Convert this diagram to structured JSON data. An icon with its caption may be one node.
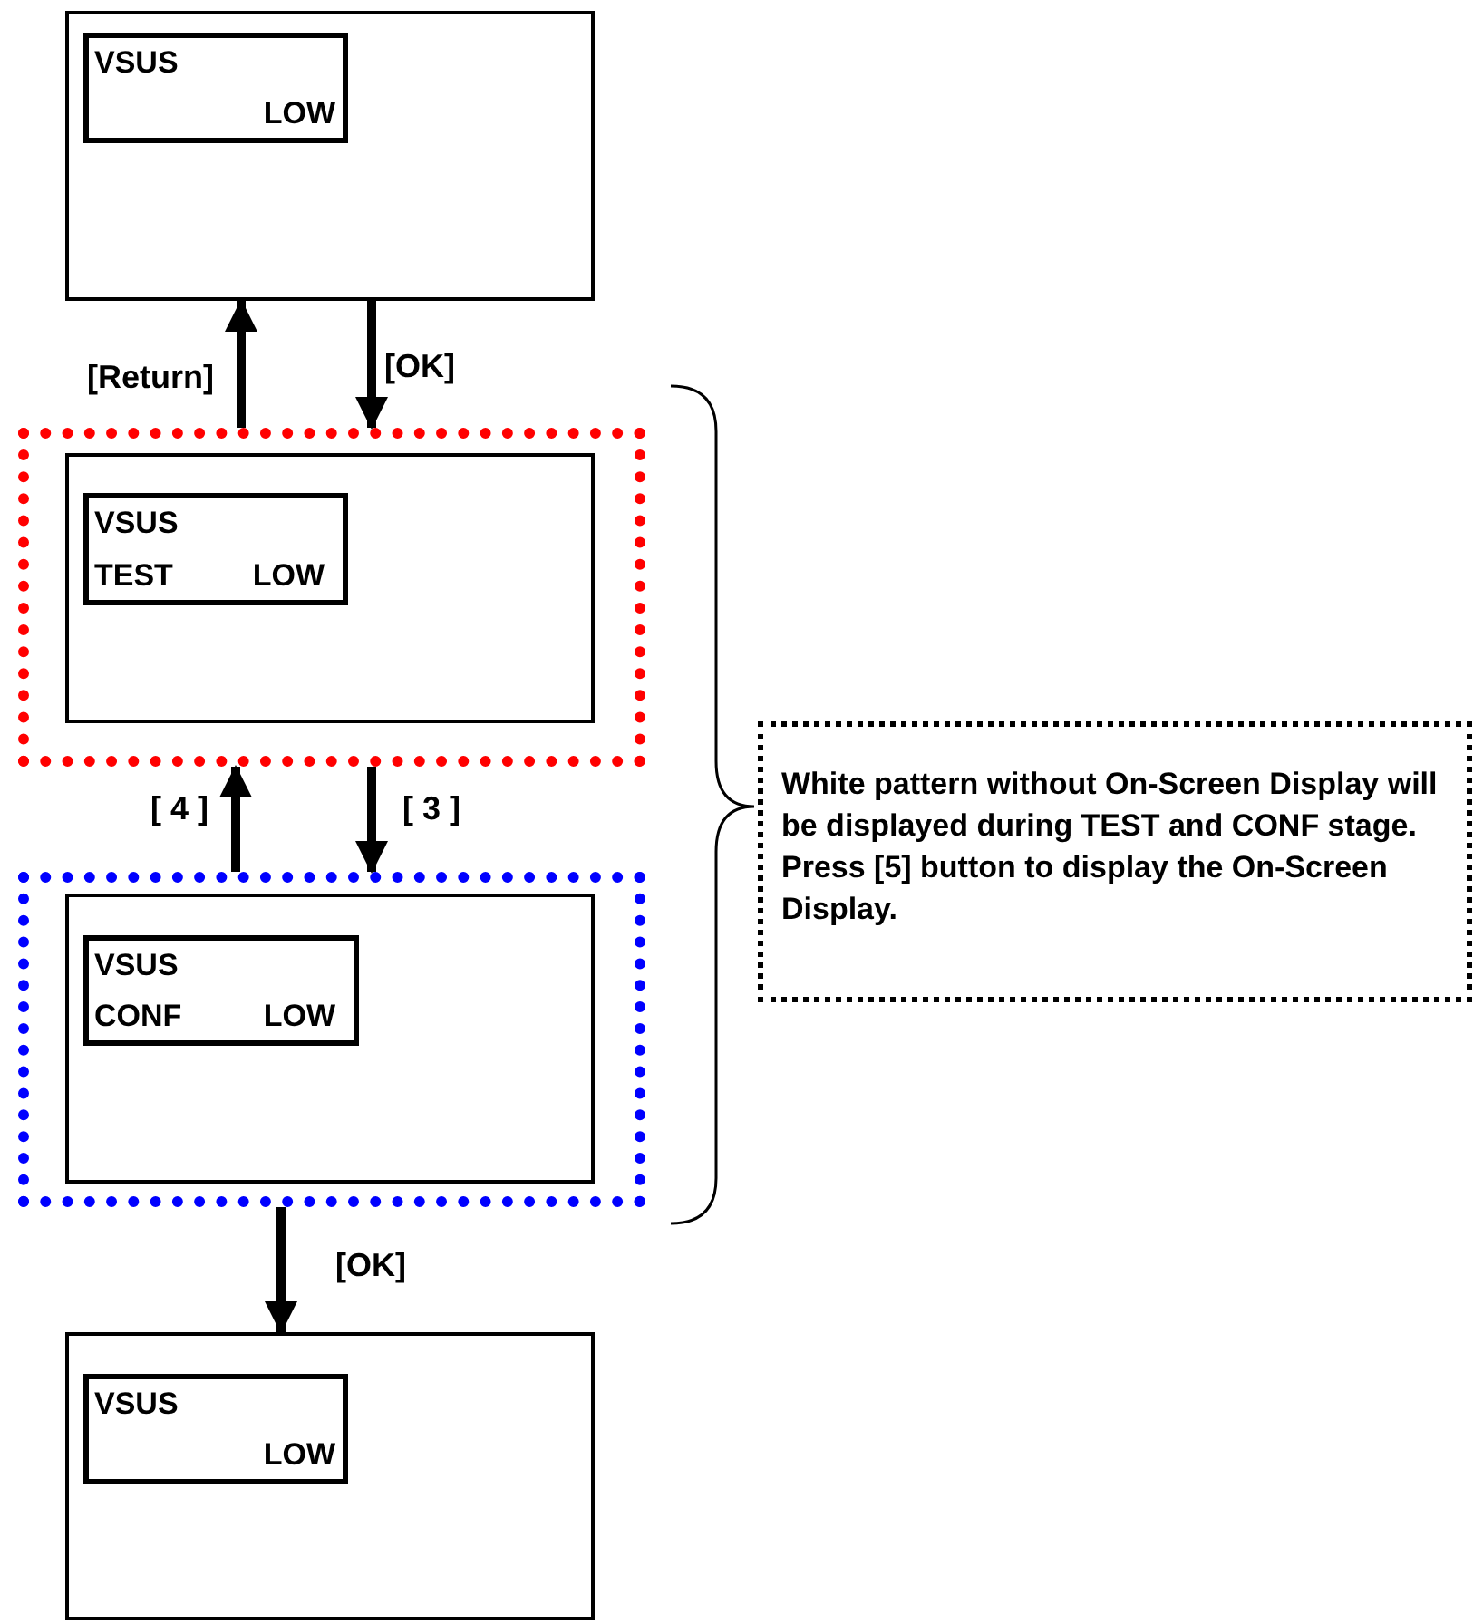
{
  "diagram": {
    "nodes": [
      {
        "text": [],
        "shape": "box"
      },
      {
        "text": [
          "VSUS",
          "LOW"
        ],
        "in": 0
      },
      {
        "text": [],
        "shape": "box"
      },
      {
        "text": [],
        "shape": "box",
        "in": 2
      },
      {
        "text": [
          "VSUS",
          "TEST",
          "LOW"
        ],
        "in": 3
      },
      {
        "text": [],
        "shape": "box"
      },
      {
        "text": [],
        "shape": "box",
        "in": 5
      },
      {
        "text": [
          "VSUS",
          "CONF",
          "LOW"
        ],
        "in": 6
      },
      {
        "text": [],
        "shape": "box"
      },
      {
        "text": [
          "VSUS",
          "LOW"
        ],
        "in": 8
      },
      {
        "text": [
          "White pattern without On-Screen Display will be displayed during TEST and CONF stage. Press [5] button to display the On-Screen Display."
        ]
      }
    ],
    "edges": [
      {
        "from": 2,
        "to": 0,
        "arrow": "to",
        "label": "[Return]"
      },
      {
        "from": 0,
        "to": 2,
        "arrow": "to",
        "label": "[OK]"
      },
      {
        "from": 5,
        "to": 2,
        "arrow": "to",
        "label": "[ 4 ]"
      },
      {
        "from": 2,
        "to": 5,
        "arrow": "to",
        "label": "[ 3 ]"
      },
      {
        "from": 5,
        "to": 8,
        "arrow": "to",
        "label": "[OK]"
      }
    ]
  }
}
